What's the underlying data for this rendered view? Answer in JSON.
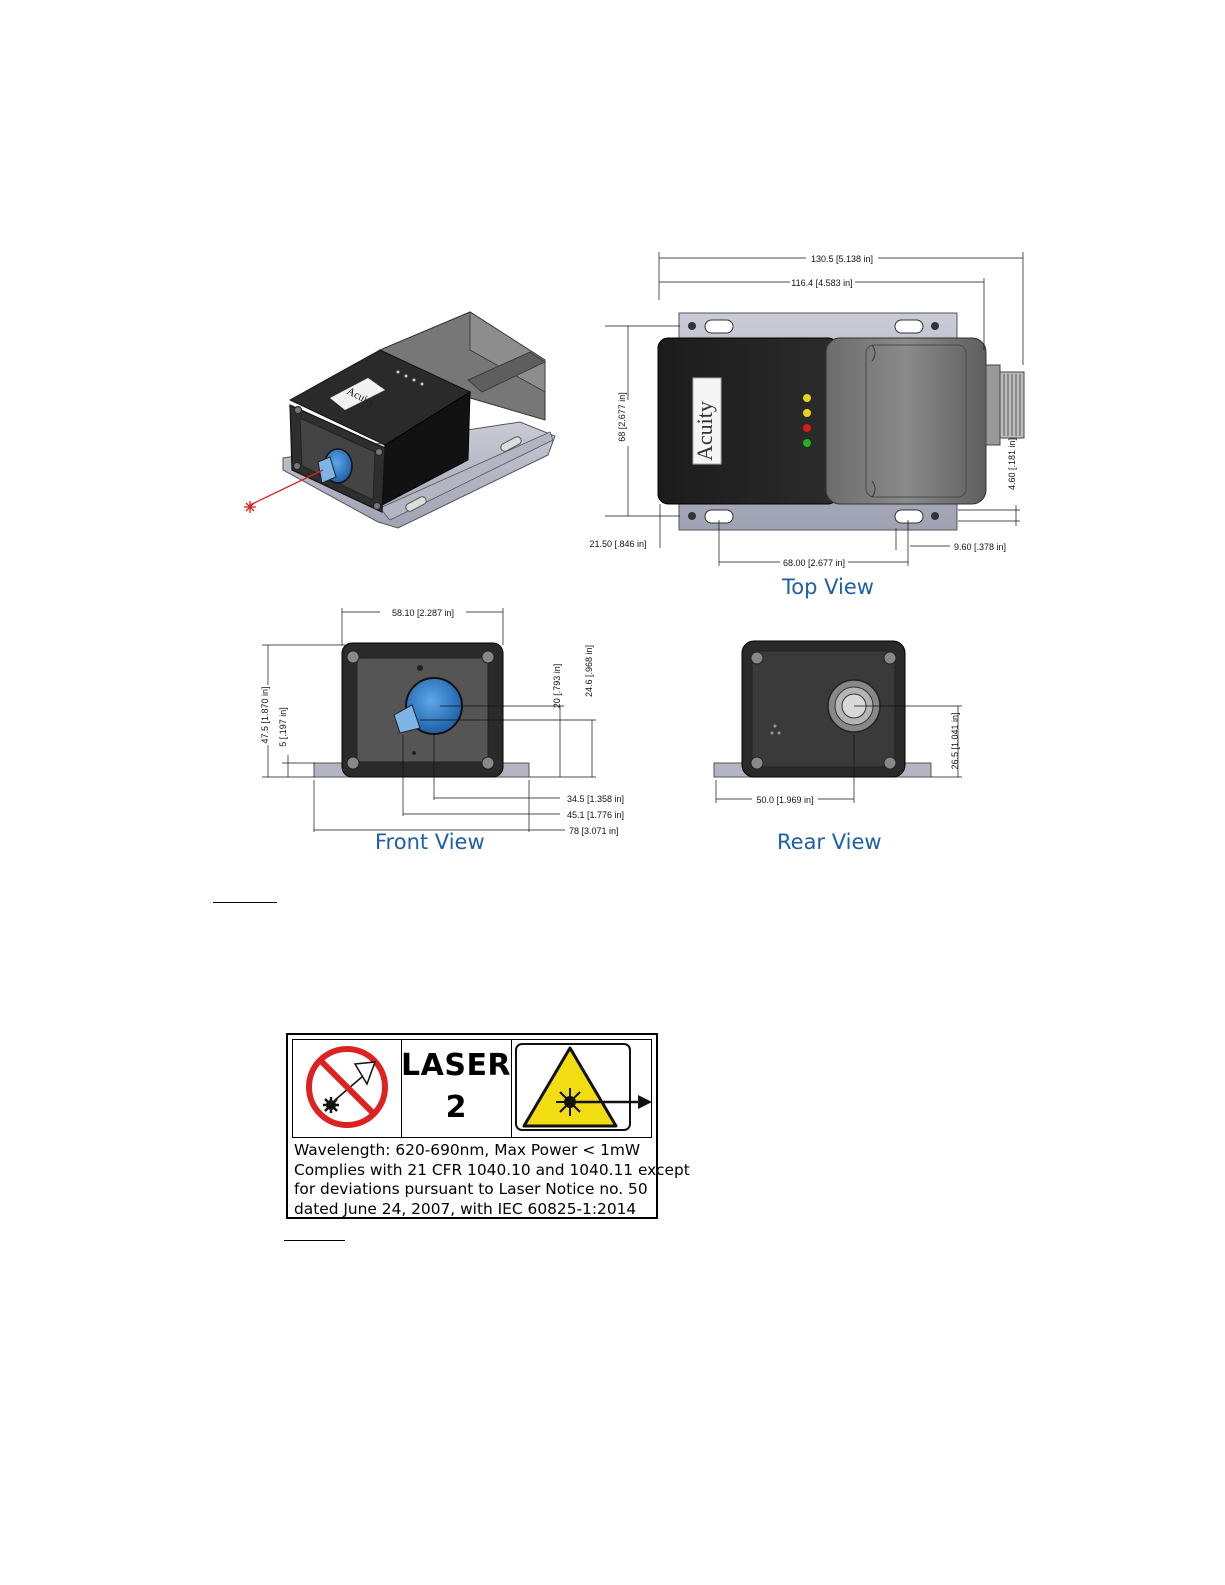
{
  "views": {
    "top_title": "Top View",
    "front_title": "Front View",
    "rear_title": "Rear View"
  },
  "brand": {
    "logo_text": "Acuity"
  },
  "dimensions": {
    "top": {
      "overall_length": "130.5 [5.138 in]",
      "body_length": "116.4 [4.583 in]",
      "height": "68 [2.677 in]",
      "slot_offset": "21.50 [.846 in]",
      "slot_spacing": "68.00 [2.677 in]",
      "slot_width": "9.60 [.378 in]",
      "slot_edge": "4.60 [.181 in]"
    },
    "front": {
      "width": "58.10 [2.287 in]",
      "height": "47.5 [1.870 in]",
      "flange": "5 [.197 in]",
      "lens_center_h": "20 [.793 in]",
      "lens_top_h": "24.6 [.968 in]",
      "lens_x1": "34.5 [1.358 in]",
      "lens_x2": "45.1 [1.776 in]",
      "base_width": "78 [3.071 in]"
    },
    "rear": {
      "connector_h": "26.5 [1.041 in]",
      "connector_x": "50.0 [1.969 in]"
    }
  },
  "laser_label": {
    "word": "LASER",
    "class": "2",
    "lines": [
      "Wavelength: 620-690nm, Max Power < 1mW",
      "Complies with 21 CFR 1040.10 and 1040.11 except",
      "for deviations pursuant to Laser Notice no. 50",
      "dated June 24, 2007, with IEC 60825-1:2014"
    ]
  }
}
